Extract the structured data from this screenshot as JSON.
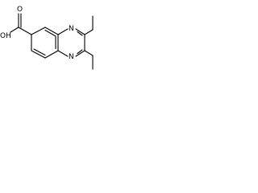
{
  "molecule": {
    "atoms": {
      "n_top": "N",
      "n_bottom": "N",
      "hydroxyl": "OH",
      "carbonyl_o": "O"
    }
  }
}
